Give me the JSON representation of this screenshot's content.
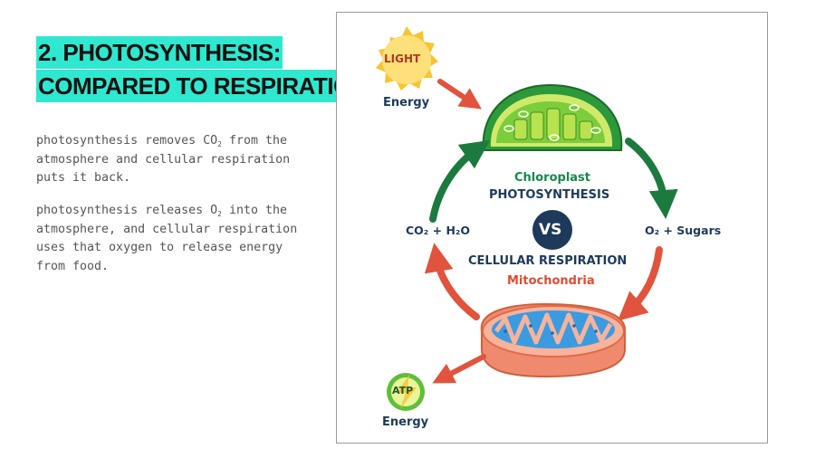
{
  "slide": {
    "title_line1": "2. PHOTOSYNTHESIS:",
    "title_line2": "COMPARED TO RESPIRATION",
    "p1_a": "photosynthesis removes CO",
    "p1_sub": "2",
    "p1_b": " from the atmosphere and cellular respiration puts it back.",
    "p2_a": "photosynthesis releases O",
    "p2_sub": "2",
    "p2_b": " into the atmosphere, and cellular respiration uses that oxygen to release energy from food."
  },
  "diagram": {
    "light": "LIGHT",
    "energy_top": "Energy",
    "chloroplast": "Chloroplast",
    "photosynthesis": "PHOTOSYNTHESIS",
    "vs": "VS",
    "co2_h2o": "CO₂ + H₂O",
    "o2_sugars": "O₂ + Sugars",
    "cellular_respiration": "CELLULAR RESPIRATION",
    "mitochondria": "Mitochondria",
    "atp": "ATP",
    "energy_bottom": "Energy",
    "colors": {
      "accent_teal": "#2ee8cf",
      "green_arrow": "#1d7a3e",
      "red_arrow": "#e1533c",
      "navy": "#1d3a5b"
    }
  }
}
